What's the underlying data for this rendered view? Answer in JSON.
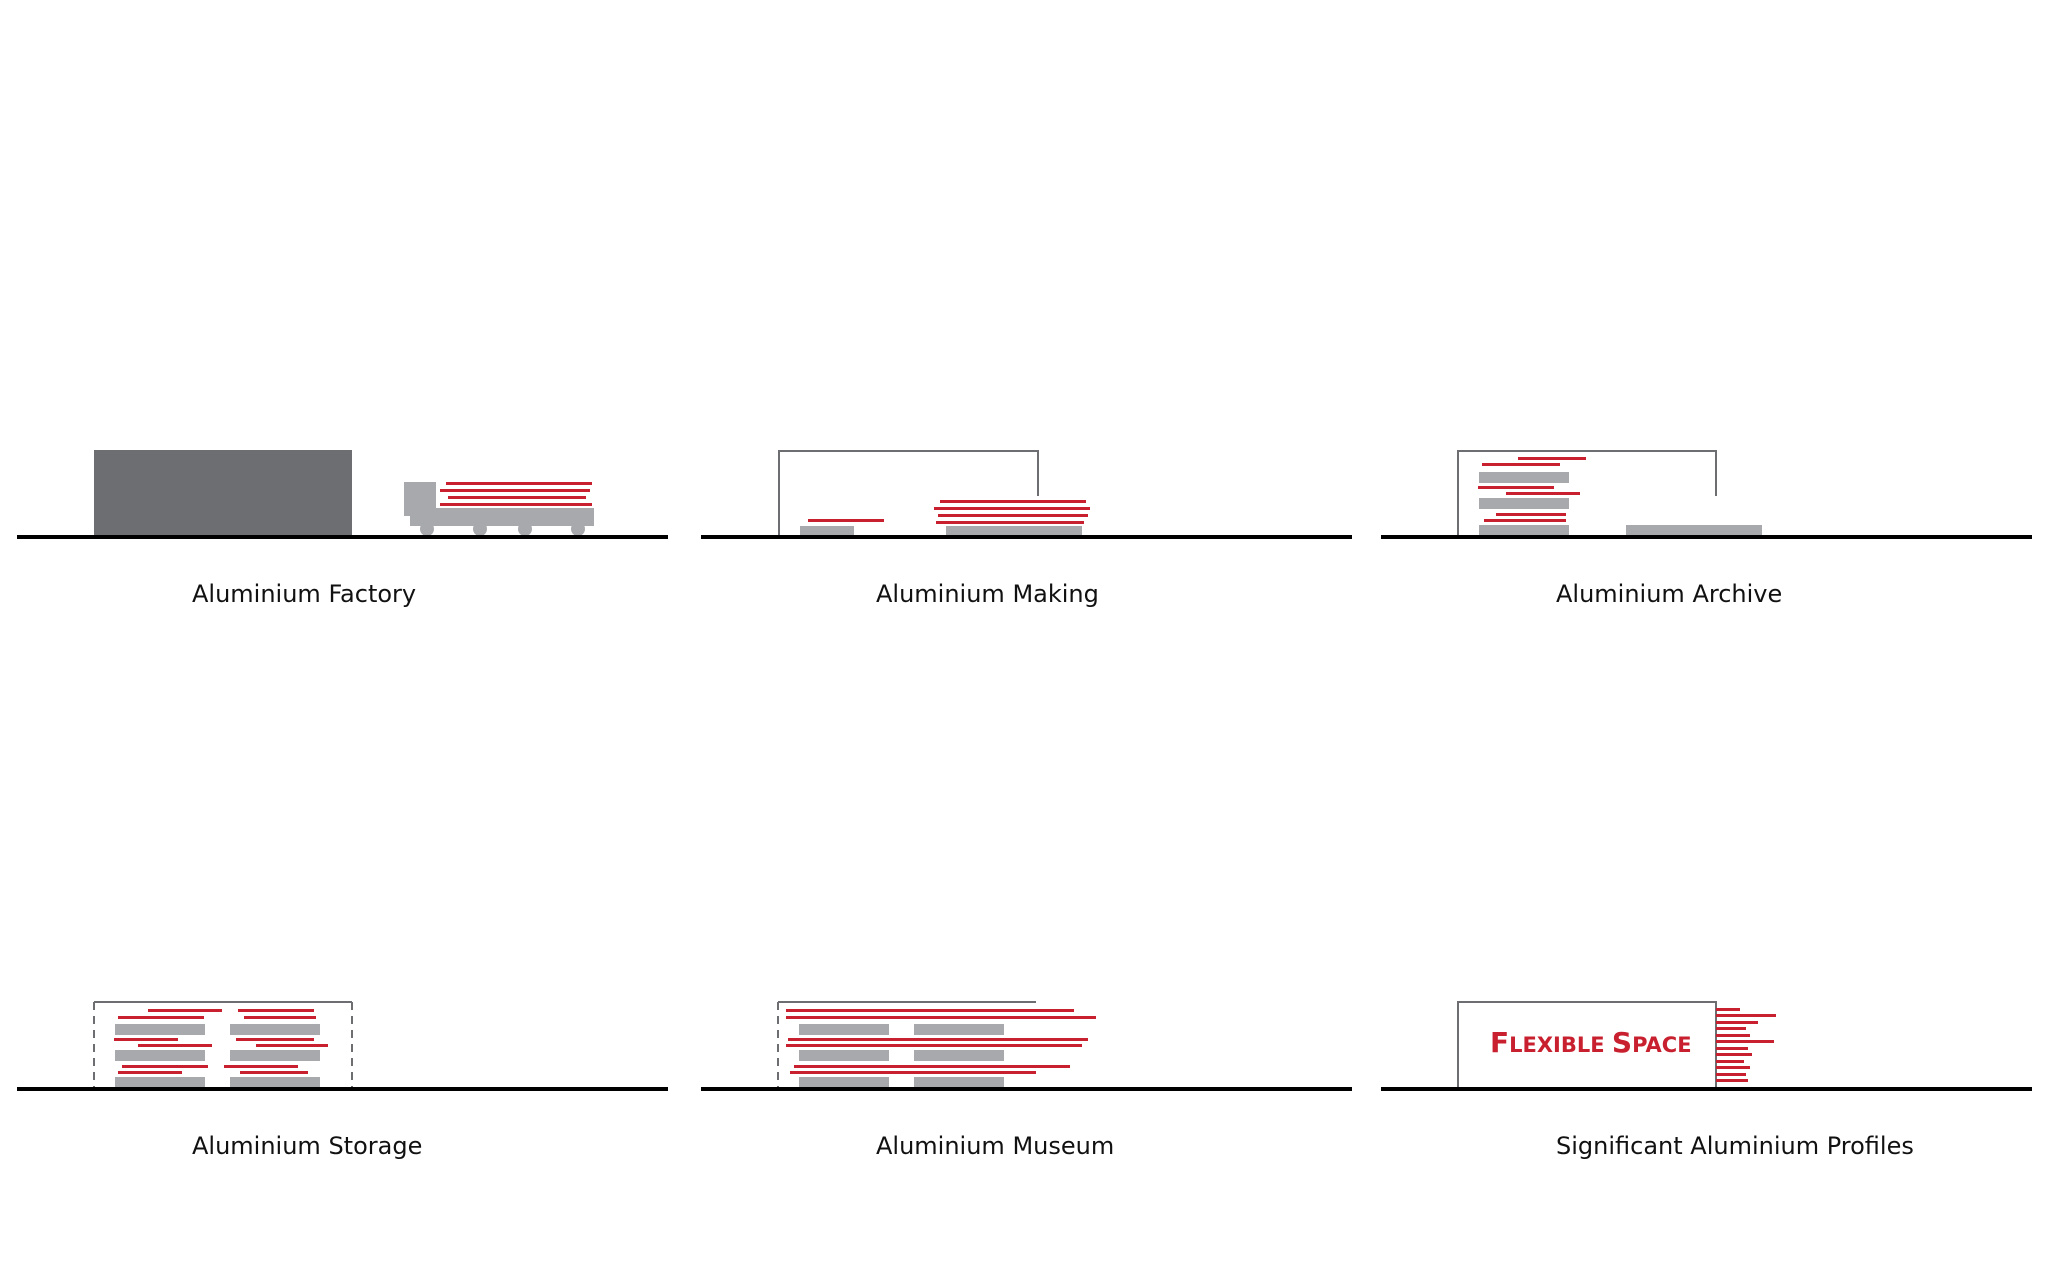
{
  "colors": {
    "ground": "#000000",
    "dark_gray": "#6d6e71",
    "gray": "#a7a9ac",
    "outline": "#6d6e71",
    "red": "#c8202f"
  },
  "panels": [
    {
      "caption": "Aluminium Factory"
    },
    {
      "caption": "Aluminium Making"
    },
    {
      "caption": "Aluminium Archive"
    },
    {
      "caption": "Aluminium Storage"
    },
    {
      "caption": "Aluminium Museum"
    },
    {
      "caption": "Significant Aluminium Profiles",
      "inner_label_first": "F",
      "inner_label_rest": "LEXIBLE",
      "inner_label_first2": "S",
      "inner_label_rest2": "PACE"
    }
  ]
}
